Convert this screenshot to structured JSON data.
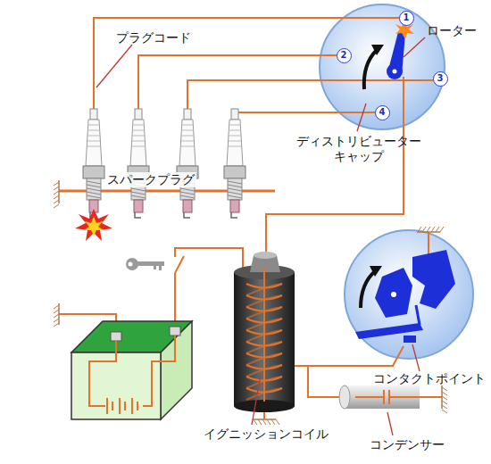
{
  "diagram": {
    "nodes": [
      {
        "text": [
          "1"
        ]
      },
      {
        "text": [
          "2"
        ]
      },
      {
        "text": [
          "3"
        ]
      },
      {
        "text": [
          "4"
        ]
      }
    ],
    "labels": [
      "プラグコード",
      "ローター",
      "ディストリビューター キャップ",
      "スパークプラグ",
      "コンタクトポイント",
      "イグニッションコイル",
      "コンデンサー"
    ]
  }
}
